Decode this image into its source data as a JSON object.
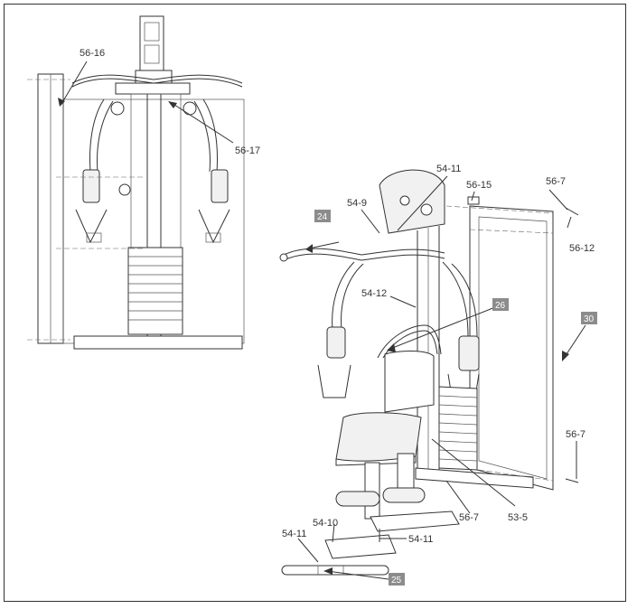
{
  "diagram": {
    "callouts": [
      {
        "id": "c1",
        "text": "56-16"
      },
      {
        "id": "c2",
        "text": "56-17"
      },
      {
        "id": "c3",
        "text": "54-11"
      },
      {
        "id": "c4",
        "text": "56-15"
      },
      {
        "id": "c5",
        "text": "56-7"
      },
      {
        "id": "c6",
        "text": "54-9"
      },
      {
        "id": "c7",
        "text": "56-12"
      },
      {
        "id": "c8",
        "text": "54-12"
      },
      {
        "id": "c9",
        "text": "56-7"
      },
      {
        "id": "c10",
        "text": "56-7"
      },
      {
        "id": "c11",
        "text": "53-5"
      },
      {
        "id": "c12",
        "text": "54-10"
      },
      {
        "id": "c13",
        "text": "54-11"
      },
      {
        "id": "c14",
        "text": "54-11"
      }
    ],
    "tags": [
      {
        "id": "t1",
        "text": "24",
        "color": "#8c8c8c"
      },
      {
        "id": "t2",
        "text": "26",
        "color": "#8c8c8c"
      },
      {
        "id": "t3",
        "text": "30",
        "color": "#8c8c8c"
      },
      {
        "id": "t4",
        "text": "25",
        "color": "#8c8c8c"
      }
    ]
  }
}
